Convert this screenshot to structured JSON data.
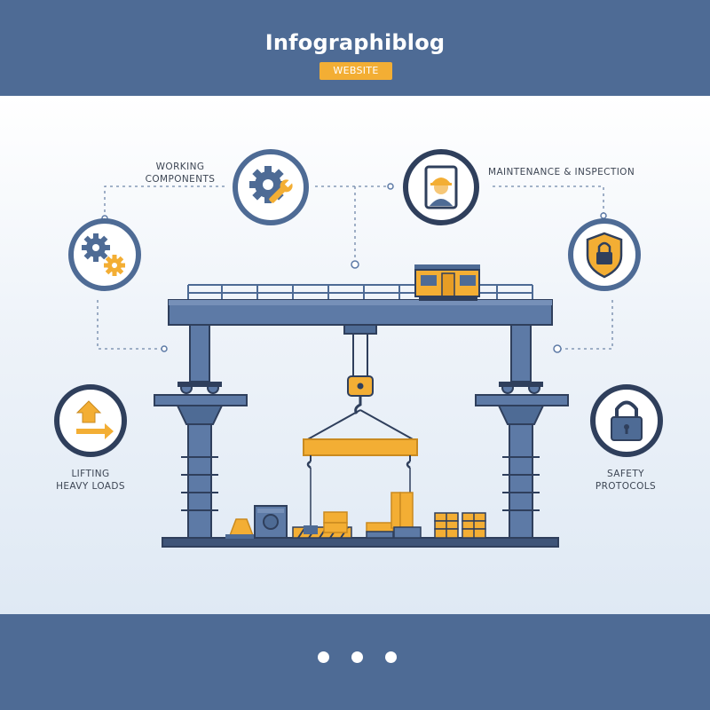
{
  "header": {
    "title": "Infographiblog",
    "badge": "WEBSITE"
  },
  "features": {
    "working_components": {
      "line1": "WORKING",
      "line2": "COMPONENTS"
    },
    "maintenance": {
      "line1": "MAINTENANCE & INSPECTION"
    },
    "lifting": {
      "line1": "LIFTING",
      "line2": "HEAVY LOADS"
    },
    "safety": {
      "line1": "SAFETY",
      "line2": "PROTOCOLS"
    }
  },
  "icons": {
    "top_left": "gears-icon",
    "top_center_left": "gear-wrench-icon",
    "top_center_right": "worker-portrait-icon",
    "right_upper": "shield-lock-icon",
    "left_lower": "lift-arrow-icon",
    "right_lower": "padlock-icon"
  },
  "pagination": {
    "count": 3
  },
  "colors": {
    "brand_blue": "#4e6b95",
    "accent_orange": "#f3ae34",
    "steel": "#5d7aa6",
    "dark_navy": "#2f3f5c"
  }
}
